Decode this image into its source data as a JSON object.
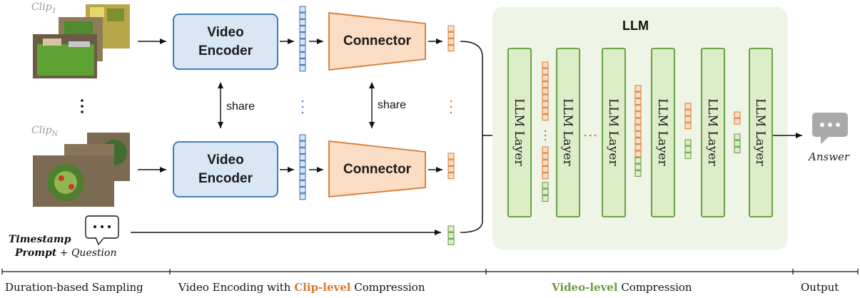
{
  "clips": {
    "first_label": "Clip",
    "first_sub": "1",
    "last_label": "Clip",
    "last_sub": "N"
  },
  "encoder": {
    "label_line1": "Video",
    "label_line2": "Encoder"
  },
  "connector": {
    "label": "Connector"
  },
  "share_label": "share",
  "llm": {
    "title": "LLM",
    "layer_label": "LLM Layer",
    "layer_count": 6
  },
  "prompt": {
    "bold_line1": "Timestamp",
    "bold_line2": "Prompt",
    "plus_question": "+ Question"
  },
  "output": {
    "answer_label": "Answer"
  },
  "sections": {
    "sampling": "Duration-based Sampling",
    "encoding_prefix": "Video Encoding with ",
    "encoding_highlight": "Clip-level",
    "encoding_suffix": " Compression",
    "video_highlight": "Video-level",
    "video_suffix": " Compression",
    "output": "Output"
  },
  "colors": {
    "encoder_fill": "#d9e7f5",
    "encoder_stroke": "#2f6db3",
    "connector_fill": "#fbdcc4",
    "connector_stroke": "#d9782e",
    "llm_panel": "#eef4e6",
    "layer_fill": "#dcedc8",
    "layer_stroke": "#5a9a3a",
    "token_blue": "#2f6db3",
    "token_orange": "#d9782e",
    "token_green": "#5a9a3a",
    "chat_icon": "#a9a9a9"
  },
  "icons": [
    "chat-bubble-icon",
    "answer-chat-icon"
  ]
}
